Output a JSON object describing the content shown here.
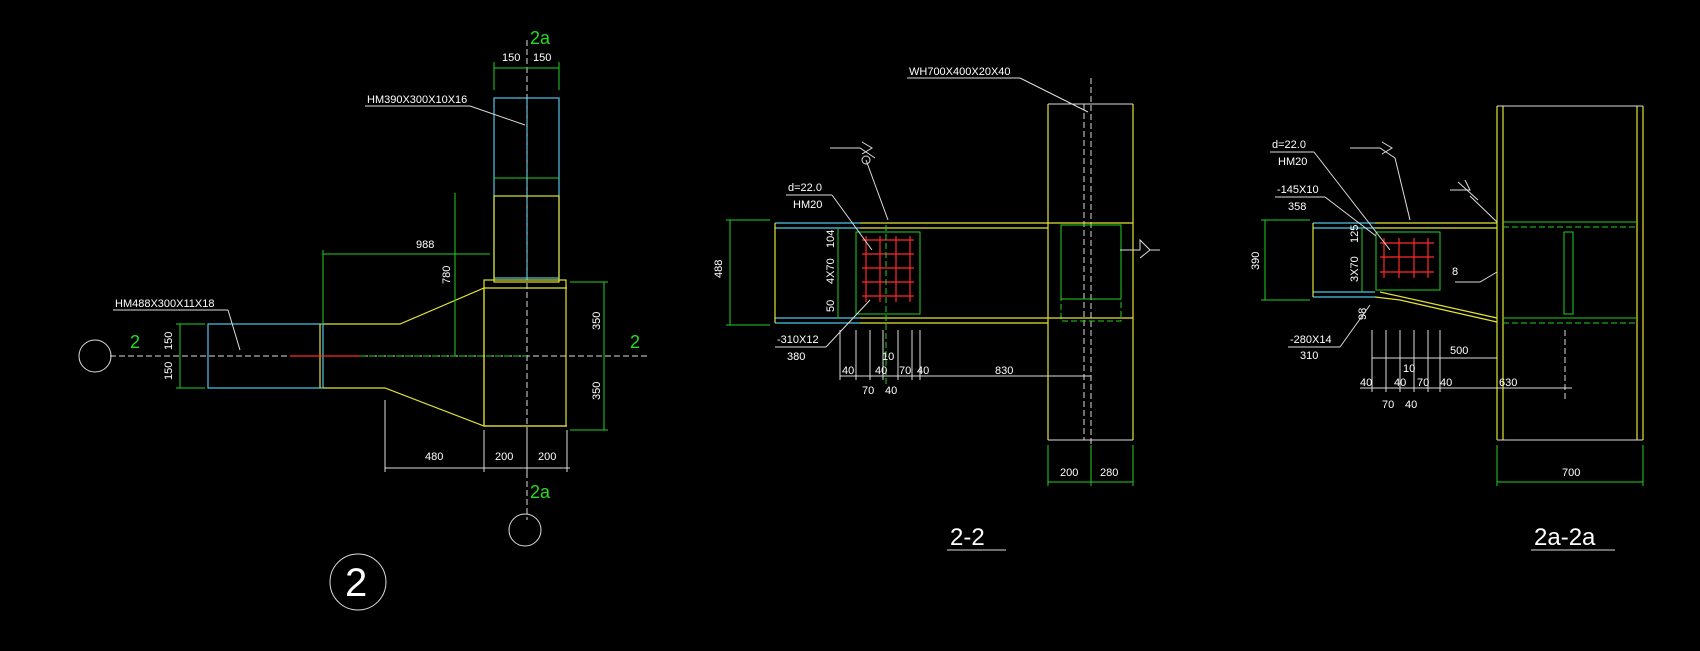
{
  "detail2": {
    "column_section": "HM390X300X10X16",
    "beam_section": "HM488X300X11X18",
    "axis_top": "2a",
    "axis_bottom": "2a",
    "axis_left": "2",
    "axis_right": "2",
    "dims": {
      "top_left": "150",
      "top_right": "150",
      "d988": "988",
      "d780": "780",
      "left_150a": "150",
      "left_150b": "150",
      "right_350a": "350",
      "right_350b": "350",
      "bot_480": "480",
      "bot_200a": "200",
      "bot_200b": "200"
    },
    "detail_number": "2"
  },
  "section22": {
    "member": "WH700X400X20X40",
    "bolt_d": "d=22.0",
    "bolt_type": "HM20",
    "plate": "-310X12",
    "plate_len": "380",
    "dims": {
      "h488": "488",
      "d104": "104",
      "d4x70": "4X70",
      "d50": "50",
      "b40a": "40",
      "b40b": "40",
      "b10": "10",
      "b70a": "70",
      "b40c": "40",
      "b70b": "70",
      "b40d": "40",
      "b830": "830",
      "col200": "200",
      "col280": "280"
    },
    "title": "2-2"
  },
  "section2a": {
    "bolt_d": "d=22.0",
    "bolt_type": "HM20",
    "plate_top": "-145X10",
    "plate_top_len": "358",
    "plate_bot": "-280X14",
    "plate_bot_len": "310",
    "weld_size": "8",
    "dims": {
      "h390": "390",
      "d125": "125",
      "d3x70": "3X70",
      "d98": "98",
      "b40a": "40",
      "b40b": "40",
      "b10": "10",
      "b70a": "70",
      "b40c": "40",
      "b70b": "70",
      "b40d": "40",
      "b500": "500",
      "b630": "630",
      "col700": "700"
    },
    "title": "2a-2a"
  }
}
